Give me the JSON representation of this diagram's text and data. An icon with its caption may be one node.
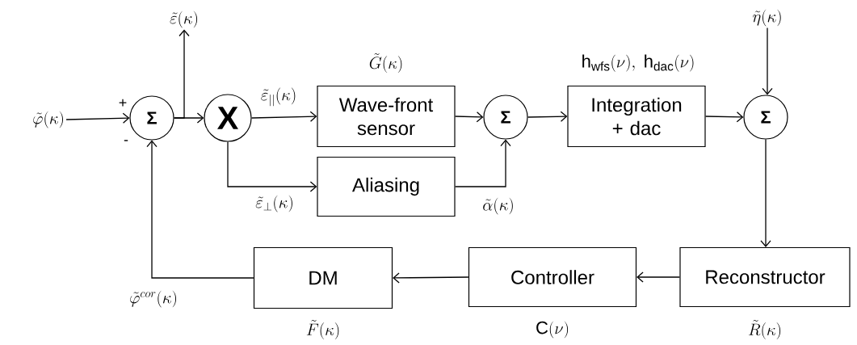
{
  "diagram": {
    "nodes": [
      {
        "text": [
          "\\tilde{\\varphi}(\\kappa)"
        ]
      },
      {
        "text": [
          "\\tilde{\\varepsilon}(\\kappa)"
        ]
      },
      {
        "text": [
          "\\tilde{\\eta}(\\kappa)"
        ]
      },
      {
        "text": [
          "Σ"
        ]
      },
      {
        "text": [
          "X"
        ]
      },
      {
        "text": [
          "Wave-front sensor"
        ],
        "beside": [
          "\\tilde{G}(\\kappa)"
        ]
      },
      {
        "text": [
          "Aliasing"
        ]
      },
      {
        "text": [
          "Σ"
        ]
      },
      {
        "text": [
          "Integration + dac"
        ],
        "beside": [
          "\\mathrm{h}_{\\mathrm{wfs}}(\\nu),\\ \\mathrm{h}_{\\mathrm{dac}}(\\nu)"
        ]
      },
      {
        "text": [
          "Σ"
        ]
      },
      {
        "text": [
          "Reconstructor"
        ],
        "beside": [
          "\\tilde{R}(\\kappa)"
        ]
      },
      {
        "text": [
          "Controller"
        ],
        "beside": [
          "\\mathrm{C}(\\nu)"
        ]
      },
      {
        "text": [
          "DM"
        ],
        "beside": [
          "\\tilde{F}(\\kappa)"
        ]
      }
    ],
    "edges": [
      {
        "from": 0,
        "to": 3,
        "arrow": "to"
      },
      {
        "from": 3,
        "to": 1,
        "arrow": "to"
      },
      {
        "from": 3,
        "to": 4,
        "arrow": "to"
      },
      {
        "from": 4,
        "to": 5,
        "arrow": "to",
        "label": "\\tilde{\\varepsilon}_{||}(\\kappa)"
      },
      {
        "from": 4,
        "to": 6,
        "arrow": "to",
        "label": "\\tilde{\\varepsilon}_{\\perp}(\\kappa)"
      },
      {
        "from": 5,
        "to": 7,
        "arrow": "to"
      },
      {
        "from": 6,
        "to": 7,
        "arrow": "to",
        "label": "\\tilde{\\alpha}(\\kappa)"
      },
      {
        "from": 7,
        "to": 8,
        "arrow": "to"
      },
      {
        "from": 8,
        "to": 9,
        "arrow": "to"
      },
      {
        "from": 2,
        "to": 9,
        "arrow": "to"
      },
      {
        "from": 9,
        "to": 10,
        "arrow": "to"
      },
      {
        "from": 10,
        "to": 11,
        "arrow": "to"
      },
      {
        "from": 11,
        "to": 12,
        "arrow": "to"
      },
      {
        "from": 12,
        "to": 3,
        "arrow": "to",
        "label": "\\tilde{\\varphi}^{cor}(\\kappa)"
      }
    ],
    "labels": [
      "+",
      "-"
    ]
  }
}
